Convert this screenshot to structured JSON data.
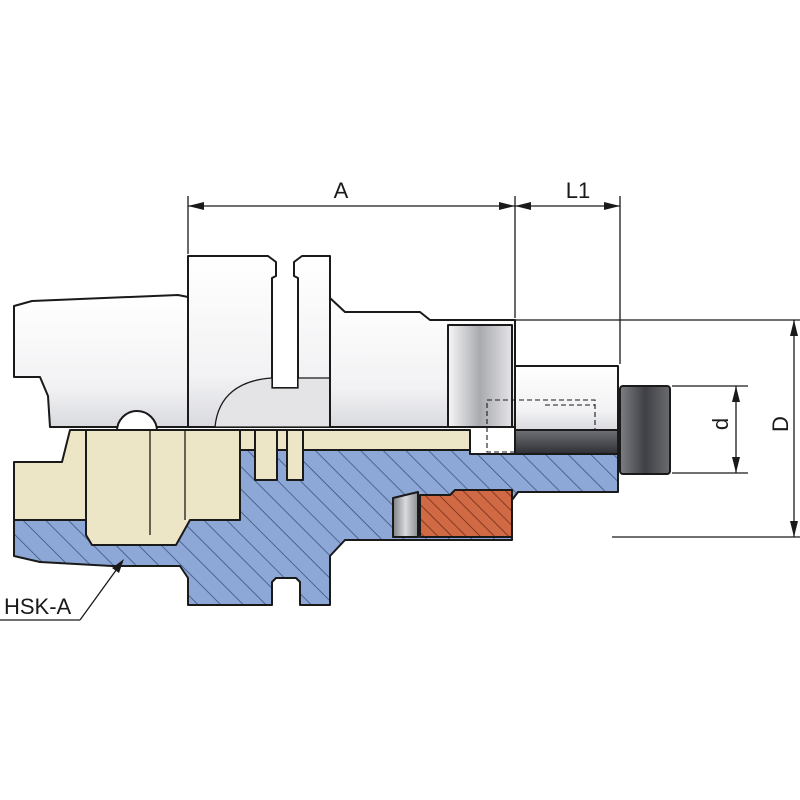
{
  "labels": {
    "dim_a": "A",
    "dim_l1": "L1",
    "dim_d_small": "d",
    "dim_d_large": "D",
    "interface": "HSK-A"
  },
  "colors": {
    "steel_section": "#8da7d6",
    "hatch": "#3d557f",
    "brass": "#ede6c6",
    "brass_shade": "#c9c096",
    "sleeve_section": "#d06a45",
    "steel_light": "#f4f4f6",
    "steel_mid": "#c8c9ce",
    "steel_dark": "#5a5b60",
    "tool_dark": "#4a4b50"
  }
}
